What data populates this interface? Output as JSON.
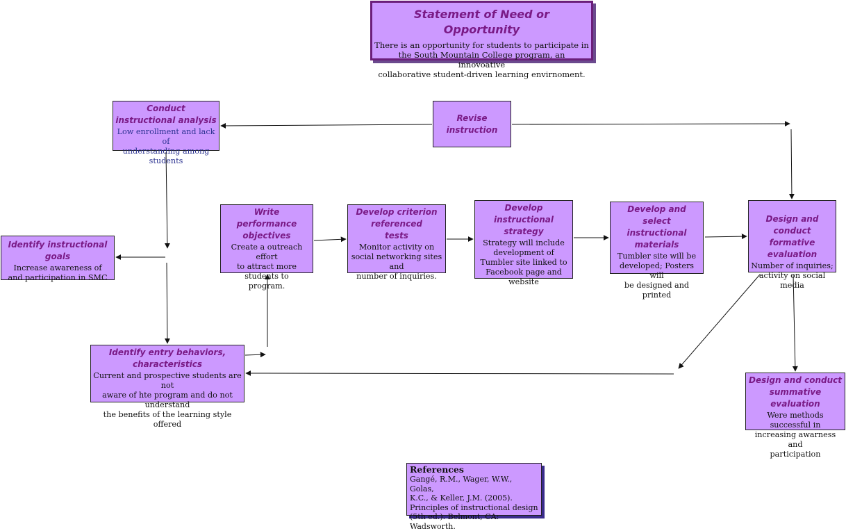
{
  "statement": {
    "title": "Statement of Need or Opportunity",
    "text": "There is an opportunity for students to participate in\nthe South Mountain College program, an innovoative\ncollaborative student-driven learning envirnoment."
  },
  "boxes": {
    "analysis": {
      "title": "Conduct\ninstructional analysis",
      "text": "Low enrollment and lack of\nunderstanding among students"
    },
    "revise": {
      "title": "Revise\ninstruction",
      "text": ""
    },
    "goals": {
      "title": "Identify instructional goals",
      "text": "Increase awareness of\nand participation in SMC"
    },
    "objectives": {
      "title": "Write\nperformance\nobjectives",
      "text": "Create a outreach effort\nto attract more students to\nprogram."
    },
    "tests": {
      "title": "Develop criterion\nreferenced\ntests",
      "text": "Monitor activity on\nsocial networking sites and\nnumber of inquiries."
    },
    "strategy": {
      "title": "Develop\ninstructional\nstrategy",
      "text": "Strategy will include\ndevelopment of\nTumbler site linked to\nFacebook page and website"
    },
    "materials": {
      "title": "Develop and select\ninstructional\nmaterials",
      "text": "Tumbler site will be\ndeveloped; Posters will\nbe designed and printed"
    },
    "formative": {
      "title": "Design and conduct\nformative evaluation",
      "text": "Number of inquiries;\nactivity on social media"
    },
    "entry": {
      "title": "Identify entry behaviors,\ncharacteristics",
      "text": "Current and prospective students are not\naware of hte program and do not understand\nthe benefits of the learning style offered"
    },
    "summative": {
      "title": "Design and conduct\nsummative evaluation",
      "text": "Were methods successful in\nincreasing awarness and\nparticipation"
    }
  },
  "references": {
    "title": "References",
    "text": "Gangé, R.M., Wager, W.W., Golas,\n    K.C., & Keller, J.M. (2005).\n    Principles of instructional design\n    (5th ed.). Belmont, CA: Wadsworth."
  },
  "colors": {
    "box_fill": "#cc99ff",
    "title_text": "#7a1a86",
    "statement_border": "#6b1e7a",
    "analysis_body_text": "#2a3190",
    "arrow": "#111111"
  }
}
